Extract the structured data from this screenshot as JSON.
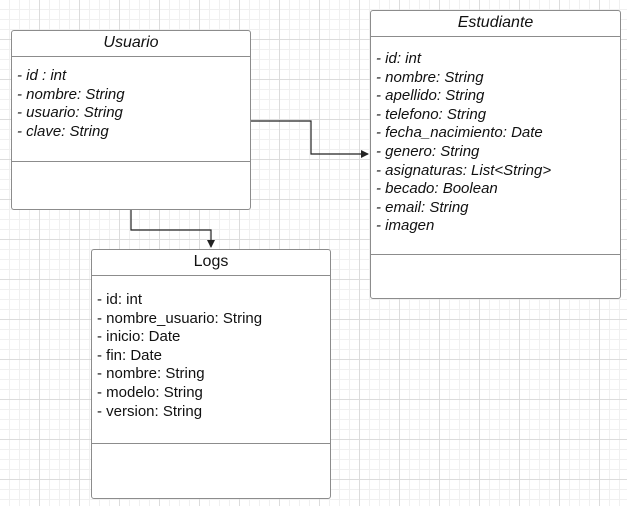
{
  "classes": {
    "usuario": {
      "name": "Usuario",
      "attributes": [
        "- id : int",
        "- nombre: String",
        "- usuario: String",
        "- clave: String"
      ]
    },
    "estudiante": {
      "name": "Estudiante",
      "attributes": [
        "- id: int",
        "- nombre: String",
        "- apellido: String",
        "- telefono: String",
        "- fecha_nacimiento: Date",
        "- genero: String",
        "- asignaturas: List<String>",
        "- becado: Boolean",
        "- email: String",
        "- imagen"
      ]
    },
    "logs": {
      "name": "Logs",
      "attributes": [
        "- id: int",
        "- nombre_usuario: String",
        "- inicio: Date",
        "- fin: Date",
        "- nombre: String",
        "- modelo: String",
        "- version: String"
      ]
    }
  },
  "colors": {
    "border": "#8c8c8c",
    "connector": "#222222",
    "grid": "#dcdcdc"
  }
}
